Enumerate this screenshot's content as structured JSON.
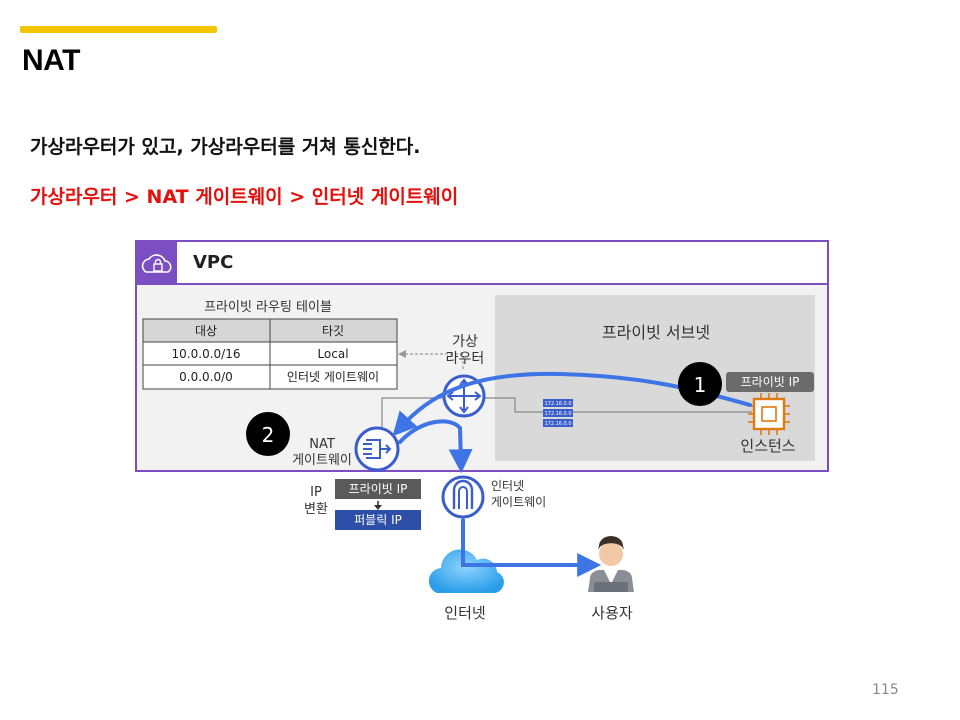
{
  "slide": {
    "title": "NAT",
    "line1": "가상라우터가 있고, 가상라우터를 거쳐 통신한다.",
    "line2": "가상라우터 > NAT 게이트웨이 > 인터넷 게이트웨이",
    "page_number": "115"
  },
  "diagram": {
    "vpc_label": "VPC",
    "route_table": {
      "title": "프라이빗 라우팅 테이블",
      "headers": [
        "대상",
        "타깃"
      ],
      "rows": [
        [
          "10.0.0.0/16",
          "Local"
        ],
        [
          "0.0.0.0/0",
          "인터넷 게이트웨이"
        ]
      ]
    },
    "virtual_router_label": [
      "가상",
      "라우터"
    ],
    "private_subnet_label": "프라이빗 서브넷",
    "private_ip_badge": "프라이빗 IP",
    "instance_label": "인스턴스",
    "step1": "1",
    "step2": "2",
    "nat_gateway_label": [
      "NAT",
      "게이트웨이"
    ],
    "ip_translation_label": [
      "IP",
      "변환"
    ],
    "ip_private_box": "프라이빗 IP",
    "ip_public_box": "퍼블릭 IP",
    "internet_gateway_label": [
      "인터넷",
      "게이트웨이"
    ],
    "internet_label": "인터넷",
    "user_label": "사용자",
    "packet_labels": [
      "172.16.0.0",
      "172.16.0.0",
      "172.16.0.0"
    ],
    "colors": {
      "vpc_border": "#7b4fc2",
      "flow_arrow": "#3f74e6",
      "icon_blue": "#3a5fcc",
      "instance_orange": "#e07a10",
      "ip_private_bg": "#5a5a5a",
      "ip_public_bg": "#2e4fa8",
      "subnet_bg": "#d9d9d9"
    }
  }
}
